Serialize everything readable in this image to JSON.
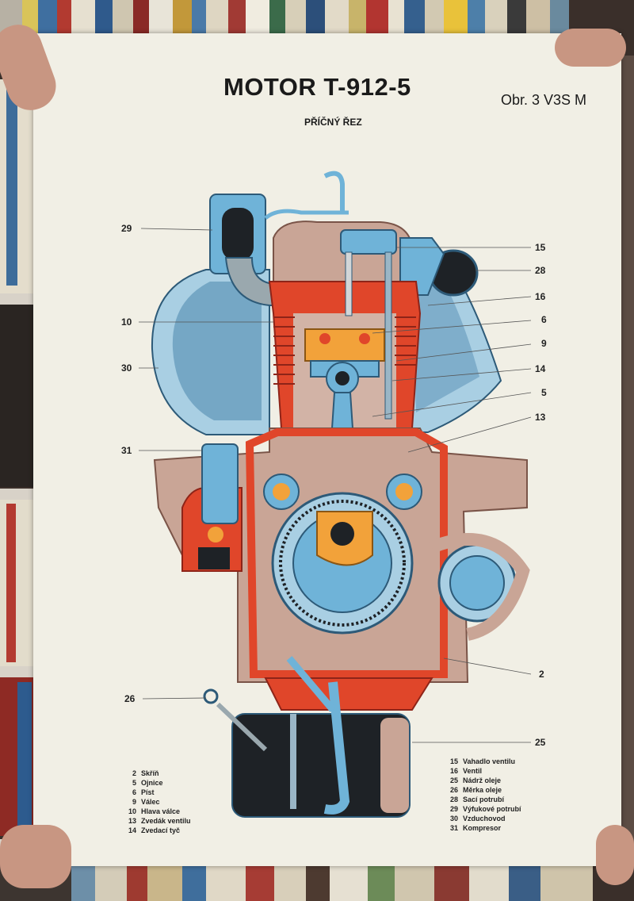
{
  "poster": {
    "title": "MOTOR T-912-5",
    "reference": "Obr. 3 V3S M",
    "subtitle": "PŘÍČNÝ ŘEZ"
  },
  "callouts": [
    {
      "id": "29",
      "label": "29"
    },
    {
      "id": "10",
      "label": "10"
    },
    {
      "id": "30",
      "label": "30"
    },
    {
      "id": "31",
      "label": "31"
    },
    {
      "id": "26",
      "label": "26"
    },
    {
      "id": "15",
      "label": "15"
    },
    {
      "id": "28",
      "label": "28"
    },
    {
      "id": "16",
      "label": "16"
    },
    {
      "id": "6",
      "label": "6"
    },
    {
      "id": "9",
      "label": "9"
    },
    {
      "id": "14",
      "label": "14"
    },
    {
      "id": "5",
      "label": "5"
    },
    {
      "id": "13",
      "label": "13"
    },
    {
      "id": "2",
      "label": "2"
    },
    {
      "id": "25",
      "label": "25"
    }
  ],
  "legend_left": [
    {
      "num": "2",
      "text": "Skříň"
    },
    {
      "num": "5",
      "text": "Ojnice"
    },
    {
      "num": "6",
      "text": "Píst"
    },
    {
      "num": "9",
      "text": "Válec"
    },
    {
      "num": "10",
      "text": "Hlava válce"
    },
    {
      "num": "13",
      "text": "Zvedák ventilu"
    },
    {
      "num": "14",
      "text": "Zvedací tyč"
    }
  ],
  "legend_right": [
    {
      "num": "15",
      "text": "Vahadlo ventilu"
    },
    {
      "num": "16",
      "text": "Ventil"
    },
    {
      "num": "25",
      "text": "Nádrž oleje"
    },
    {
      "num": "26",
      "text": "Měrka oleje"
    },
    {
      "num": "28",
      "text": "Sací potrubí"
    },
    {
      "num": "29",
      "text": "Výfukové potrubí"
    },
    {
      "num": "30",
      "text": "Vzduchovod"
    },
    {
      "num": "31",
      "text": "Kompresor"
    }
  ],
  "colors": {
    "poster_bg": "#f1efe5",
    "section_red": "#e0462a",
    "metal_blue": "#6fb3d8",
    "casing_brown": "#c9a596",
    "piston_orange": "#f2a23a",
    "dark": "#1e2226"
  }
}
